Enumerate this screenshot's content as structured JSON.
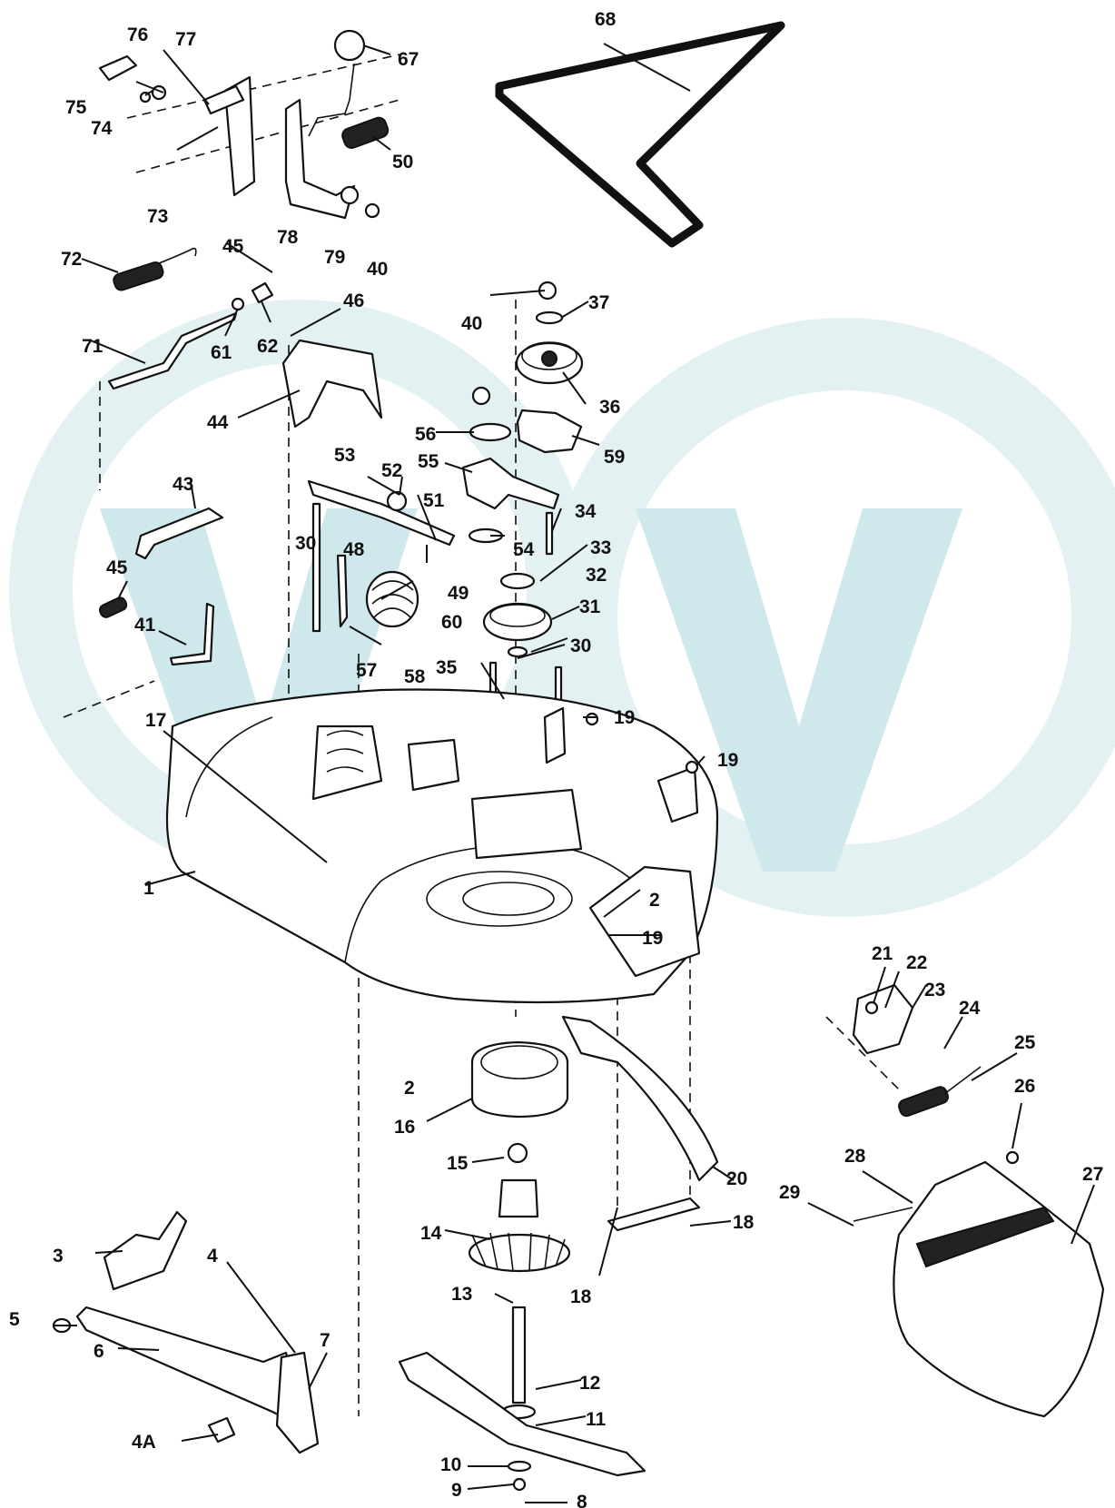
{
  "labels": {
    "l1": "1",
    "l2a": "2",
    "l2b": "2",
    "l3": "3",
    "l4": "4",
    "l4a": "4A",
    "l5": "5",
    "l6": "6",
    "l7": "7",
    "l8": "8",
    "l9": "9",
    "l10": "10",
    "l11": "11",
    "l12": "12",
    "l13": "13",
    "l14": "14",
    "l15": "15",
    "l16": "16",
    "l17": "17",
    "l18a": "18",
    "l18b": "18",
    "l19a": "19",
    "l19b": "19",
    "l19c": "19",
    "l20": "20",
    "l21": "21",
    "l22": "22",
    "l23": "23",
    "l24": "24",
    "l25": "25",
    "l26": "26",
    "l27": "27",
    "l28": "28",
    "l29": "29",
    "l30a": "30",
    "l30b": "30",
    "l31": "31",
    "l32": "32",
    "l33": "33",
    "l34": "34",
    "l35": "35",
    "l36": "36",
    "l37": "37",
    "l40a": "40",
    "l40b": "40",
    "l41": "41",
    "l43": "43",
    "l44": "44",
    "l45a": "45",
    "l45b": "45",
    "l46": "46",
    "l48": "48",
    "l49": "49",
    "l50": "50",
    "l51": "51",
    "l52": "52",
    "l53": "53",
    "l54": "54",
    "l55": "55",
    "l56": "56",
    "l57": "57",
    "l58": "58",
    "l59": "59",
    "l60": "60",
    "l61": "61",
    "l62": "62",
    "l67": "67",
    "l68": "68",
    "l71": "71",
    "l72": "72",
    "l73": "73",
    "l74": "74",
    "l75": "75",
    "l76": "76",
    "l77": "77",
    "l78": "78",
    "l79": "79"
  },
  "colors": {
    "ink": "#111111",
    "watermark": "#e3f1f3"
  }
}
